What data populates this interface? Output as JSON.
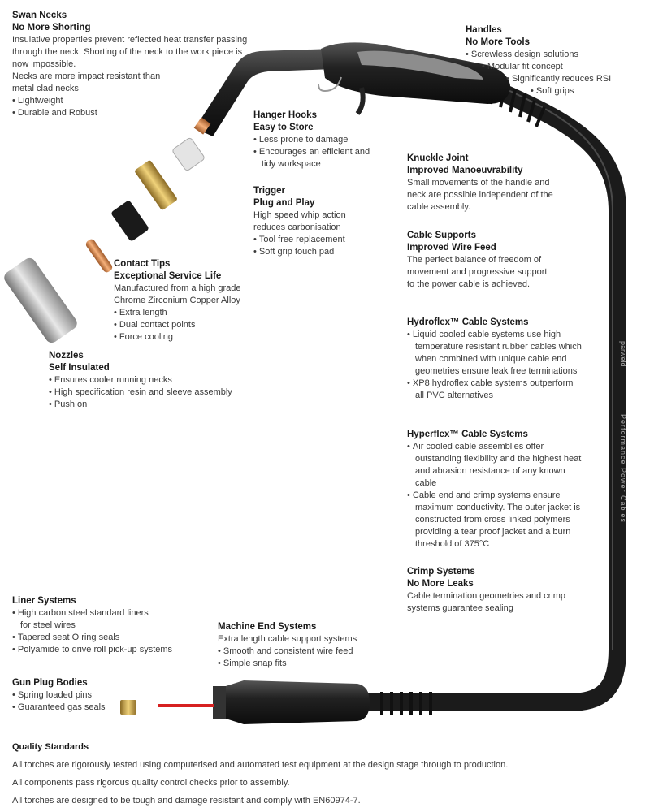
{
  "swan_necks": {
    "title": "Swan Necks",
    "subtitle": "No More Shorting",
    "text": [
      "Insulative properties prevent reflected heat transfer passing",
      "through the neck. Shorting of the neck to the work piece is",
      "now impossible.",
      "Necks are more impact resistant than",
      "metal clad necks"
    ],
    "bullets": [
      "Lightweight",
      "Durable and Robust"
    ]
  },
  "handles": {
    "title": "Handles",
    "subtitle": "No More Tools",
    "bullets": [
      "Screwless design solutions",
      "Modular fit concept",
      "Significantly reduces RSI",
      "Soft grips"
    ]
  },
  "hanger_hooks": {
    "title": "Hanger Hooks",
    "subtitle": "Easy to Store",
    "bullets": [
      "Less prone to damage",
      "Encourages an efficient and tidy workspace"
    ]
  },
  "knuckle_joint": {
    "title": "Knuckle Joint",
    "subtitle": "Improved Manoeuvrability",
    "text": [
      "Small movements of the handle and",
      "neck are possible independent of the",
      "cable assembly."
    ]
  },
  "trigger": {
    "title": "Trigger",
    "subtitle": "Plug and Play",
    "text": [
      "High speed whip action",
      "reduces carbonisation"
    ],
    "bullets": [
      "Tool free replacement",
      "Soft grip touch pad"
    ]
  },
  "cable_supports": {
    "title": "Cable Supports",
    "subtitle": "Improved Wire Feed",
    "text": [
      "The perfect balance of freedom of",
      "movement and progressive support",
      "to the power cable is achieved."
    ]
  },
  "contact_tips": {
    "title": "Contact Tips",
    "subtitle": "Exceptional Service Life",
    "text": [
      "Manufactured from a high grade",
      "Chrome Zirconium Copper Alloy"
    ],
    "bullets": [
      "Extra length",
      "Dual contact points",
      "Force cooling"
    ]
  },
  "nozzles": {
    "title": "Nozzles",
    "subtitle": "Self Insulated",
    "bullets": [
      "Ensures cooler running necks",
      "High specification resin and sleeve assembly",
      "Push on"
    ]
  },
  "hydroflex": {
    "title": "Hydroflex™ Cable Systems",
    "bullets": [
      "Liquid cooled cable systems use high temperature resistant rubber cables which when combined with unique cable end geometries ensure leak free terminations",
      "XP8 hydroflex cable systems outperform all PVC alternatives"
    ]
  },
  "hyperflex": {
    "title": "Hyperflex™ Cable Systems",
    "bullets": [
      "Air cooled cable assemblies offer outstanding flexibility and the highest heat and abrasion resistance of any known cable",
      "Cable end and crimp systems ensure maximum conductivity. The outer jacket is constructed from cross linked polymers providing a tear proof jacket and a burn threshold of 375°C"
    ]
  },
  "crimp": {
    "title": "Crimp Systems",
    "subtitle": "No More Leaks",
    "text": [
      "Cable termination geometries and crimp",
      "systems guarantee sealing"
    ]
  },
  "liner": {
    "title": "Liner Systems",
    "bullets": [
      "High carbon steel standard liners for steel wires",
      "Tapered seat O ring seals",
      "Polyamide to drive roll pick-up systems"
    ]
  },
  "machine_end": {
    "title": "Machine End Systems",
    "text": [
      "Extra length cable support systems"
    ],
    "bullets": [
      "Smooth and consistent wire feed",
      "Simple snap fits"
    ]
  },
  "gun_plug": {
    "title": "Gun Plug Bodies",
    "bullets": [
      "Spring loaded pins",
      "Guaranteed gas seals"
    ]
  },
  "quality": {
    "title": "Quality Standards",
    "lines": [
      "All torches are rigorously tested using computerised and automated test equipment at the design stage through to production.",
      "All components pass rigorous quality control checks prior to assembly.",
      "All torches are designed to be tough and damage resistant and comply with EN60974-7."
    ]
  },
  "cable_print": {
    "brand": "parweld",
    "tagline": "Performance Power Cables"
  },
  "colors": {
    "cable": "#1e1e1e",
    "brass": "#c9a24a",
    "copper": "#d98850",
    "liner": "#d62020",
    "handle_grey": "#9a9a9a"
  }
}
